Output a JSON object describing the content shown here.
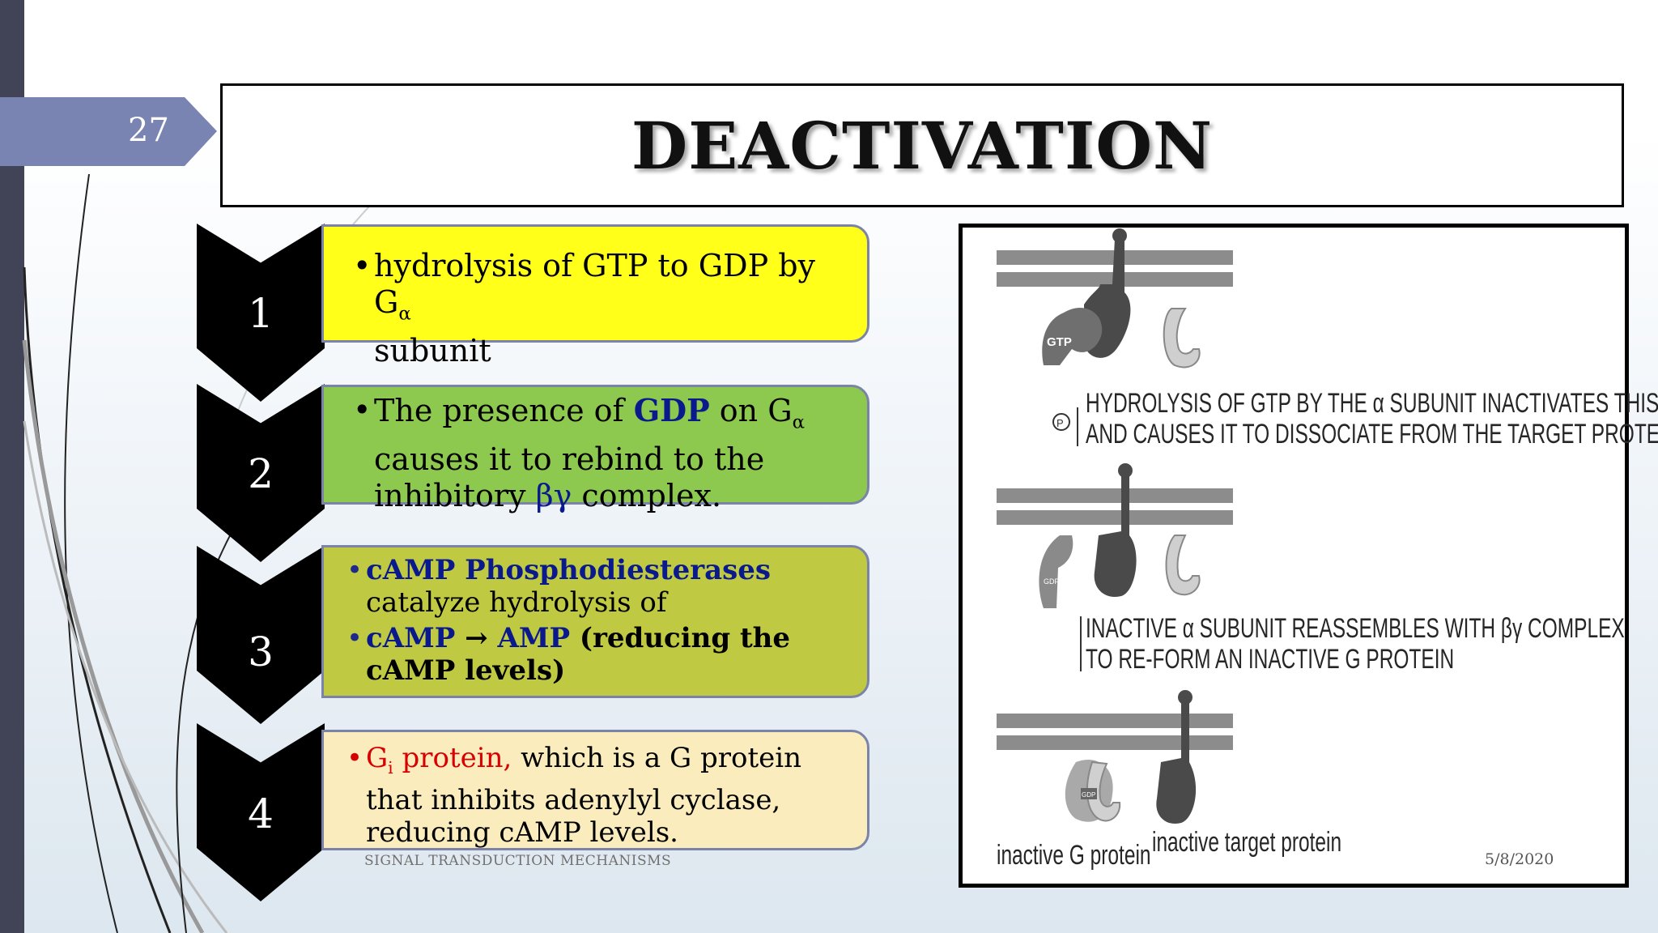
{
  "slide": {
    "number": "27",
    "title": "DEACTIVATION",
    "footer": "SIGNAL TRANSDUCTION MECHANISMS",
    "date": "5/8/2020"
  },
  "steps": [
    {
      "num": "1",
      "color": "#ffff1a",
      "text_a": "hydrolysis of GTP to GDP by G",
      "sub": "α",
      "text_b": "subunit"
    },
    {
      "num": "2",
      "color": "#8dc84f",
      "t1": "The presence of ",
      "gdp": "GDP",
      "t2": " on G",
      "sub": "α",
      "t3": "causes it to rebind to the",
      "t4": "inhibitory ",
      "bg": "βγ",
      "t5": " complex."
    },
    {
      "num": "3",
      "color": "#bfc941",
      "l1_bold": "cAMP Phosphodiesterases",
      "l1_rest": " catalyze hydrolysis of",
      "l2_a": "cAMP ",
      "l2_arrow": "→",
      "l2_b": " AMP",
      "l2_c": "  (reducing the cAMP levels)"
    },
    {
      "num": "4",
      "color": "#faecbc",
      "gi": "G",
      "gi_sub": "i",
      "gi_rest": " protein,",
      "rest": " which is a G protein that inhibits adenylyl cyclase, reducing cAMP levels."
    }
  ],
  "figure": {
    "gtp_label": "GTP",
    "gdp_label": "GDP",
    "p_label": "P",
    "caption1_l1": "HYDROLYSIS OF GTP BY THE α SUBUNIT INACTIVATES THIS SUBUNIT",
    "caption1_l2": "AND CAUSES IT TO DISSOCIATE FROM THE TARGET PROTEIN",
    "caption2_l1": "INACTIVE α SUBUNIT REASSEMBLES WITH βγ COMPLEX",
    "caption2_l2": "TO RE-FORM AN INACTIVE G PROTEIN",
    "label_g": "inactive G protein",
    "label_target": "inactive target protein"
  },
  "colors": {
    "accent_tab": "#7a84b3",
    "left_bar": "#414457",
    "box_border": "#7b84a8"
  }
}
